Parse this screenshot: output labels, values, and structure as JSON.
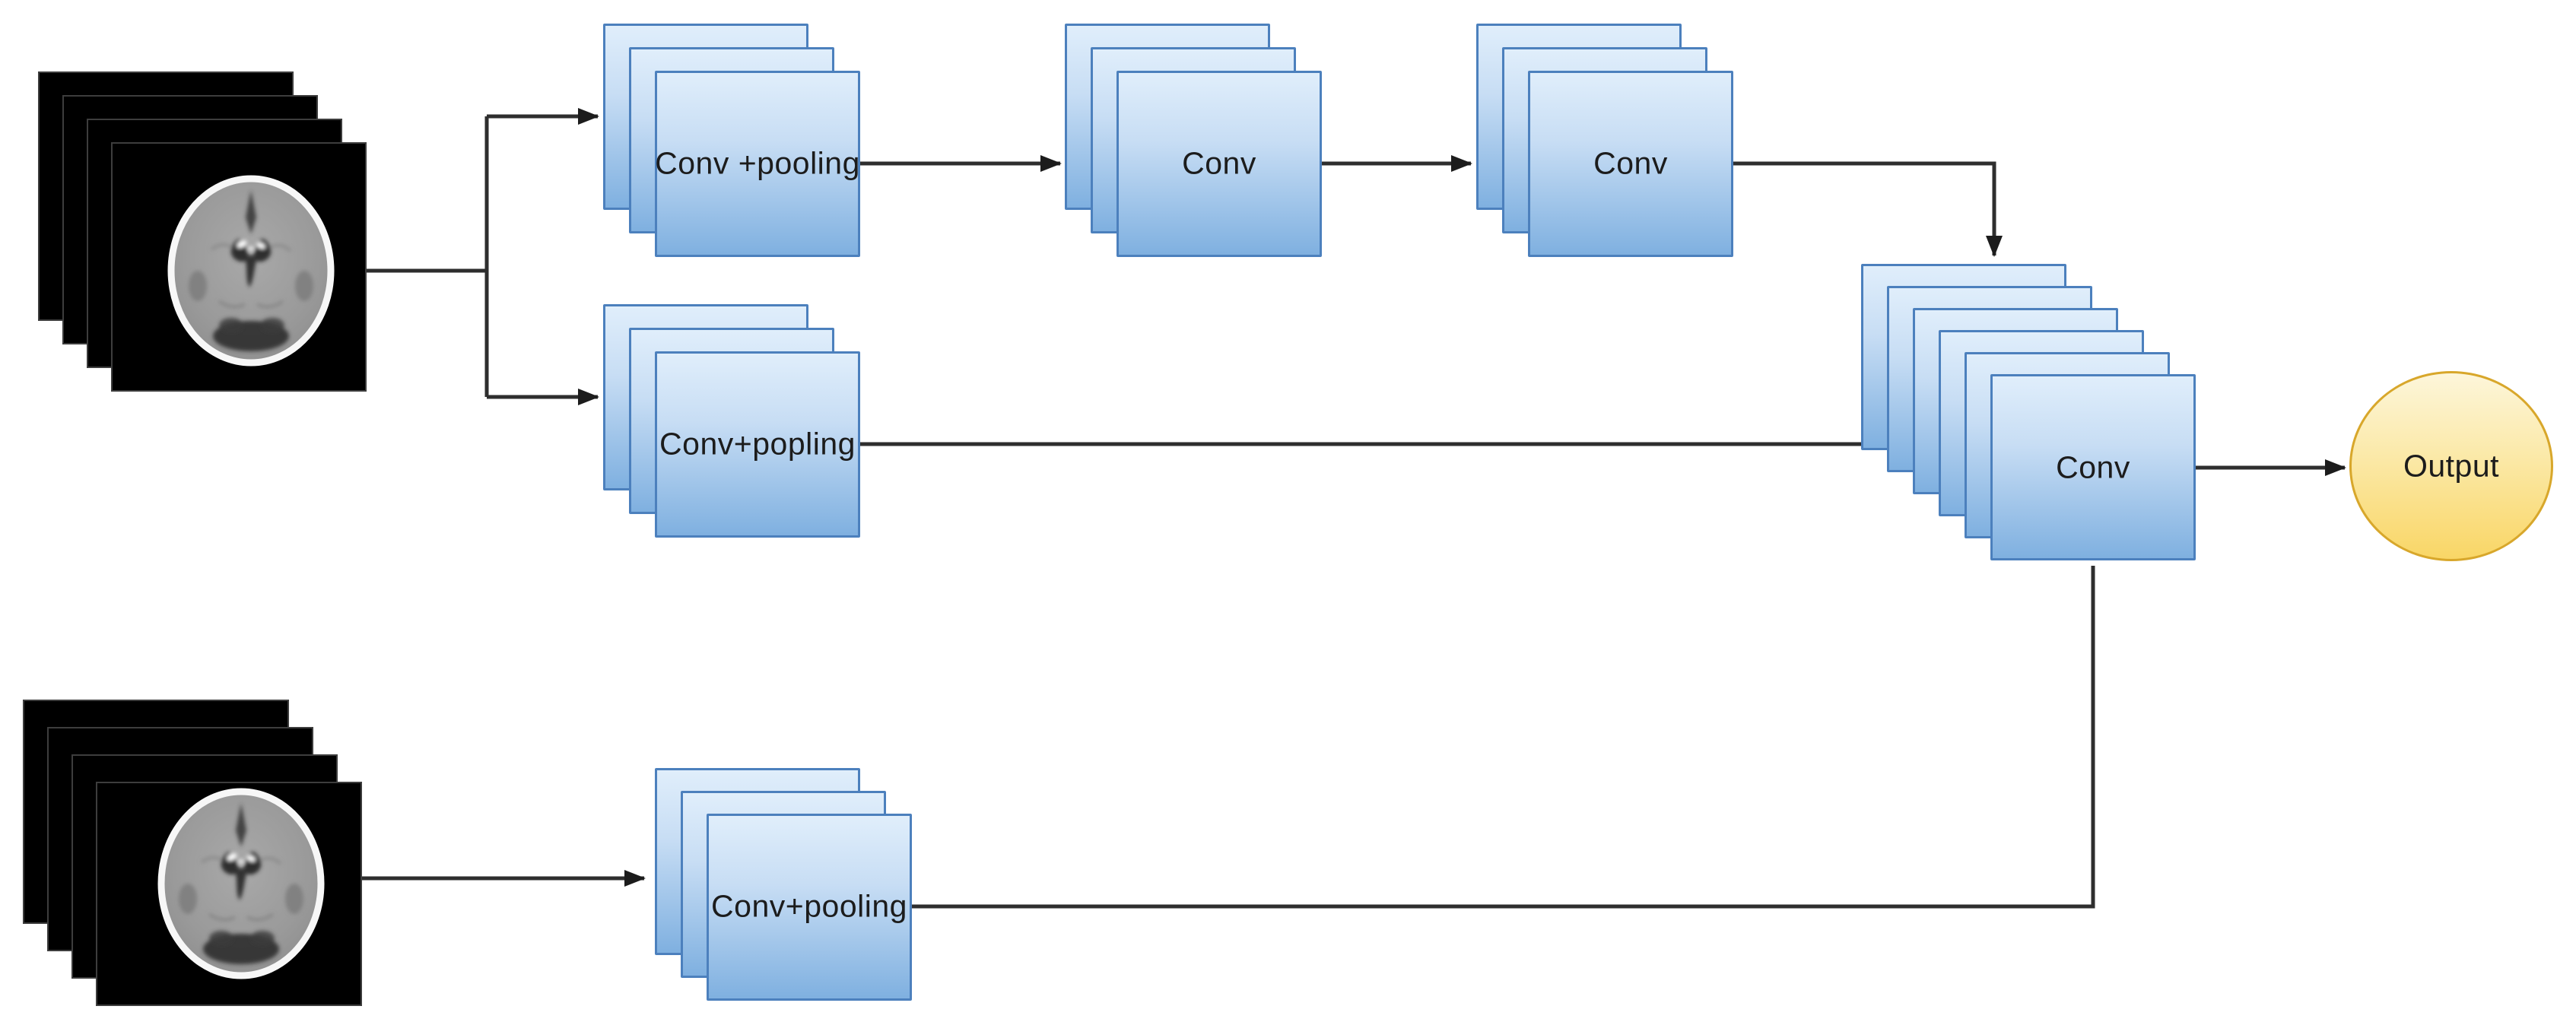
{
  "diagram": {
    "type": "cnn-architecture-flowchart",
    "background": "#ffffff",
    "nodes": {
      "input_top": {
        "icon": "brain-ct-stack-icon",
        "pages": 4,
        "label": ""
      },
      "conv_pool_1": {
        "label": "Conv +pooling",
        "pages": 3
      },
      "conv_2": {
        "label": "Conv",
        "pages": 3
      },
      "conv_3": {
        "label": "Conv",
        "pages": 3
      },
      "conv_pop_branch2": {
        "label": "Conv+popling",
        "pages": 3
      },
      "conv_merge": {
        "label": "Conv",
        "pages": 6
      },
      "output": {
        "label": "Output"
      },
      "input_bottom": {
        "icon": "brain-ct-stack-icon",
        "pages": 4,
        "label": ""
      },
      "conv_pool_bottom": {
        "label": "Conv+pooling",
        "pages": 3
      }
    },
    "colors": {
      "node_fill_top": "#e0eefb",
      "node_fill_bottom": "#7fb0e0",
      "node_border": "#4c80bd",
      "image_page_fill": "#000000",
      "image_page_border": "#3d3d3d",
      "output_fill_top": "#fdf6da",
      "output_fill_bottom": "#f9d666",
      "output_border": "#d8a72b",
      "wire": "#2e2e2e",
      "label_text": "#1c1c1c"
    }
  }
}
